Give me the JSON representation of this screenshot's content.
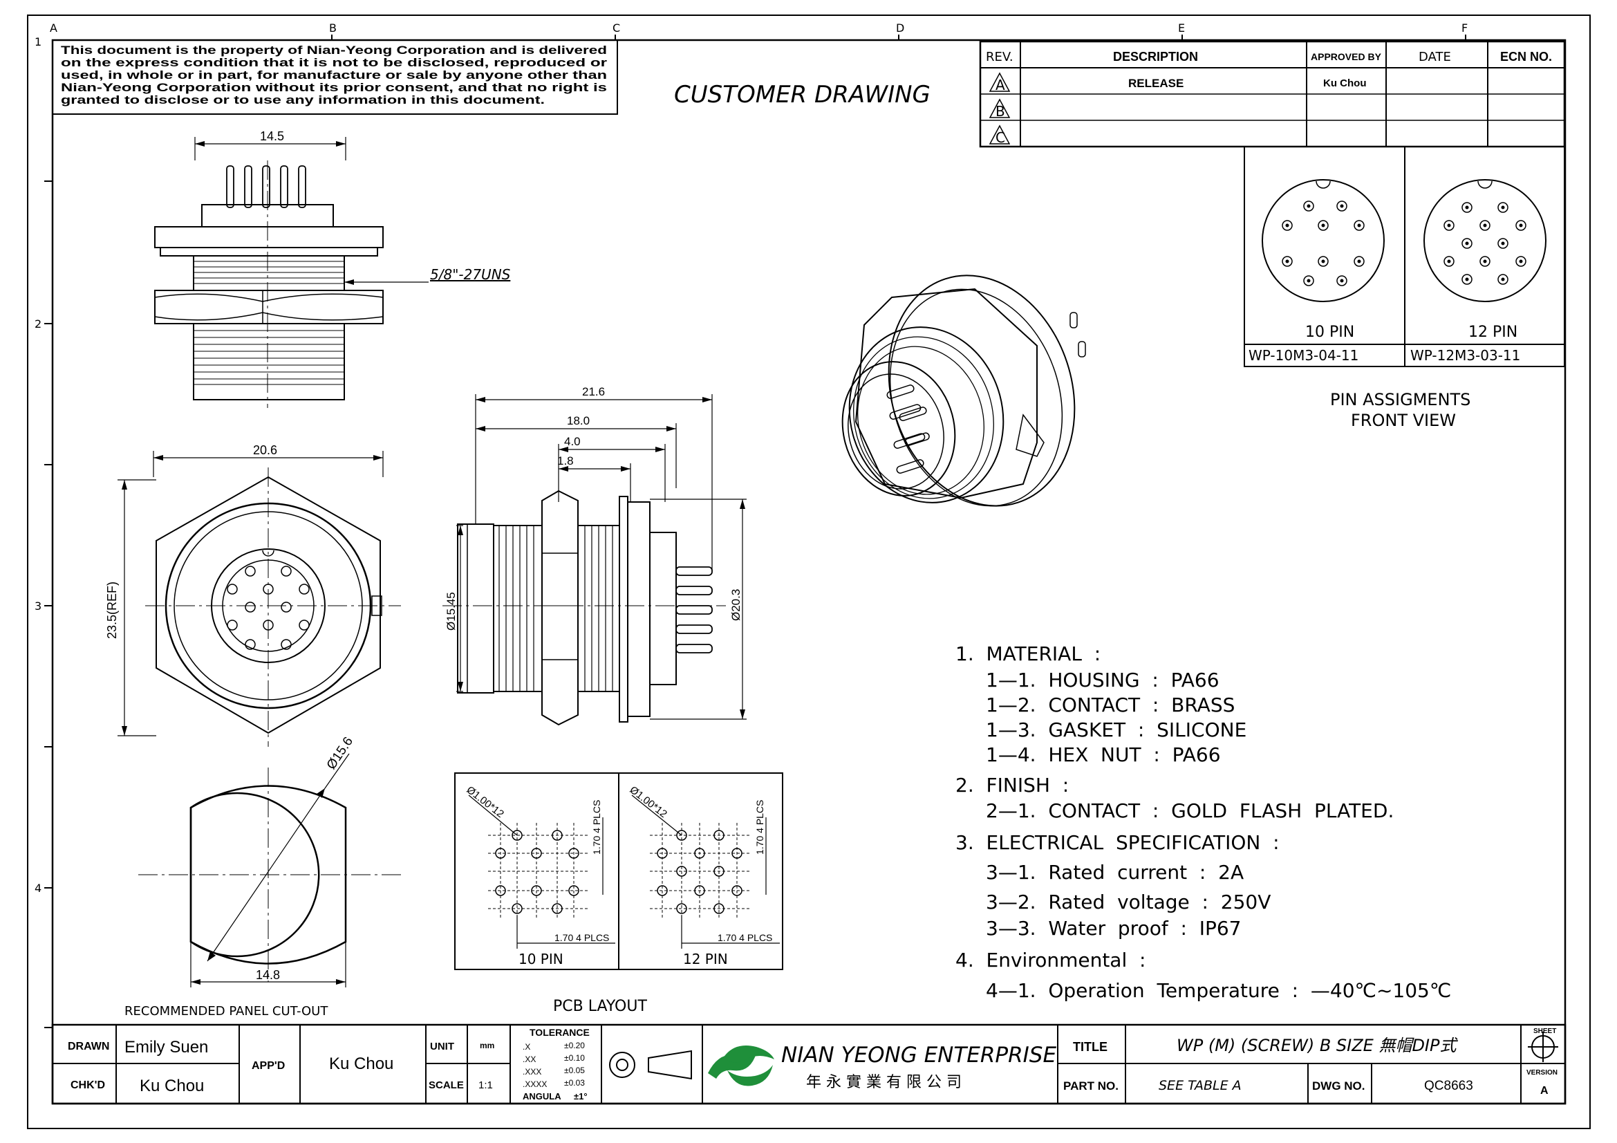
{
  "frame": {
    "column_labels": [
      "A",
      "B",
      "C",
      "D",
      "E",
      "F"
    ],
    "row_labels": [
      "1",
      "2",
      "3",
      "4"
    ]
  },
  "disclaimer": {
    "lines": [
      "This document is the property of Nian-Yeong Corporation and is delivered",
      "on the express condition that it is not to be disclosed, reproduced or",
      "used, in whole or in part, for manufacture or sale by anyone other than",
      "Nian-Yeong Corporation without its prior consent, and that no right is",
      "granted to disclose or to use any information in this document."
    ]
  },
  "heading": "CUSTOMER DRAWING",
  "revision_table": {
    "headers": [
      "REV.",
      "DESCRIPTION",
      "APPROVED BY",
      "DATE",
      "ECN NO."
    ],
    "rows": [
      {
        "rev": "A",
        "description": "RELEASE",
        "approved": "Ku Chou",
        "date": "",
        "ecn": ""
      },
      {
        "rev": "B",
        "description": "",
        "approved": "",
        "date": "",
        "ecn": ""
      },
      {
        "rev": "C",
        "description": "",
        "approved": "",
        "date": "",
        "ecn": ""
      }
    ]
  },
  "pin_assignments": {
    "title_line1": "PIN ASSIGMENTS",
    "title_line2": "FRONT VIEW",
    "items": [
      {
        "label": "10 PIN",
        "part": "WP-10M3-04-11"
      },
      {
        "label": "12 PIN",
        "part": "WP-12M3-03-11"
      }
    ]
  },
  "side_view": {
    "width_dim": "14.5",
    "thread": "5/8\"-27UNS"
  },
  "front_view": {
    "width_dim": "20.6",
    "height_dim": "23.5(REF)"
  },
  "section_view": {
    "dims": [
      "21.6",
      "18.0",
      "4.0",
      "1.8"
    ],
    "dia_left": "Ø15.45",
    "dia_right": "Ø20.3"
  },
  "panel_cutout": {
    "diameter": "Ø15.6",
    "width": "14.8",
    "caption": "RECOMMENDED PANEL CUT-OUT"
  },
  "pcb_layout": {
    "caption": "PCB LAYOUT",
    "panels": [
      {
        "hole": "Ø1.00*12",
        "pitch_v": "1.70 4 PLCS",
        "pitch_h": "1.70 4 PLCS",
        "label": "10 PIN"
      },
      {
        "hole": "Ø1.00*12",
        "pitch_v": "1.70 4 PLCS",
        "pitch_h": "1.70 4 PLCS",
        "label": "12 PIN"
      }
    ]
  },
  "notes": [
    {
      "text": "1.  MATERIAL  :",
      "indent": 0
    },
    {
      "text": "1—1.  HOUSING  :  PA66",
      "indent": 1
    },
    {
      "text": "1—2.  CONTACT  :  BRASS",
      "indent": 1
    },
    {
      "text": "1—3.  GASKET  :  SILICONE",
      "indent": 1
    },
    {
      "text": "1—4.  HEX  NUT  :  PA66",
      "indent": 1
    },
    {
      "text": "2.  FINISH  :",
      "indent": 0
    },
    {
      "text": "2—1.  CONTACT  :  GOLD  FLASH  PLATED.",
      "indent": 1
    },
    {
      "text": "3.  ELECTRICAL  SPECIFICATION  :",
      "indent": 0
    },
    {
      "text": "3—1.  Rated  current  :  2A",
      "indent": 1
    },
    {
      "text": "3—2.  Rated  voltage  :  250V",
      "indent": 1
    },
    {
      "text": "3—3.  Water  proof  :  IP67",
      "indent": 1
    },
    {
      "text": "4.  Environmental  :",
      "indent": 0
    },
    {
      "text": "4—1.  Operation  Temperature  :  —40℃~105℃",
      "indent": 1
    }
  ],
  "title_block": {
    "drawn_label": "DRAWN",
    "drawn": "Emily Suen",
    "chkd_label": "CHK'D",
    "chkd": "Ku Chou",
    "appd_label": "APP'D",
    "appd": "Ku Chou",
    "unit_label": "UNIT",
    "unit": "mm",
    "scale_label": "SCALE",
    "scale": "1:1",
    "tolerance_label": "TOLERANCE",
    "tolerances": [
      {
        "k": ".X",
        "v": "±0.20"
      },
      {
        "k": ".XX",
        "v": "±0.10"
      },
      {
        "k": ".XXX",
        "v": "±0.05"
      },
      {
        "k": ".XXXX",
        "v": "±0.03"
      },
      {
        "k": "ANGULA",
        "v": "±1°"
      }
    ],
    "company": "NIAN YEONG ENTERPRISE",
    "company_cn": "年 永 實 業 有 限 公 司",
    "title_label": "TITLE",
    "title": "WP (M) (SCREW) B SIZE 無帽DIP式",
    "part_label": "PART NO.",
    "part": "SEE TABLE A",
    "dwg_label": "DWG NO.",
    "dwg": "QC8663",
    "sheet_label": "SHEET",
    "version_label": "VERSION",
    "version": "A"
  }
}
